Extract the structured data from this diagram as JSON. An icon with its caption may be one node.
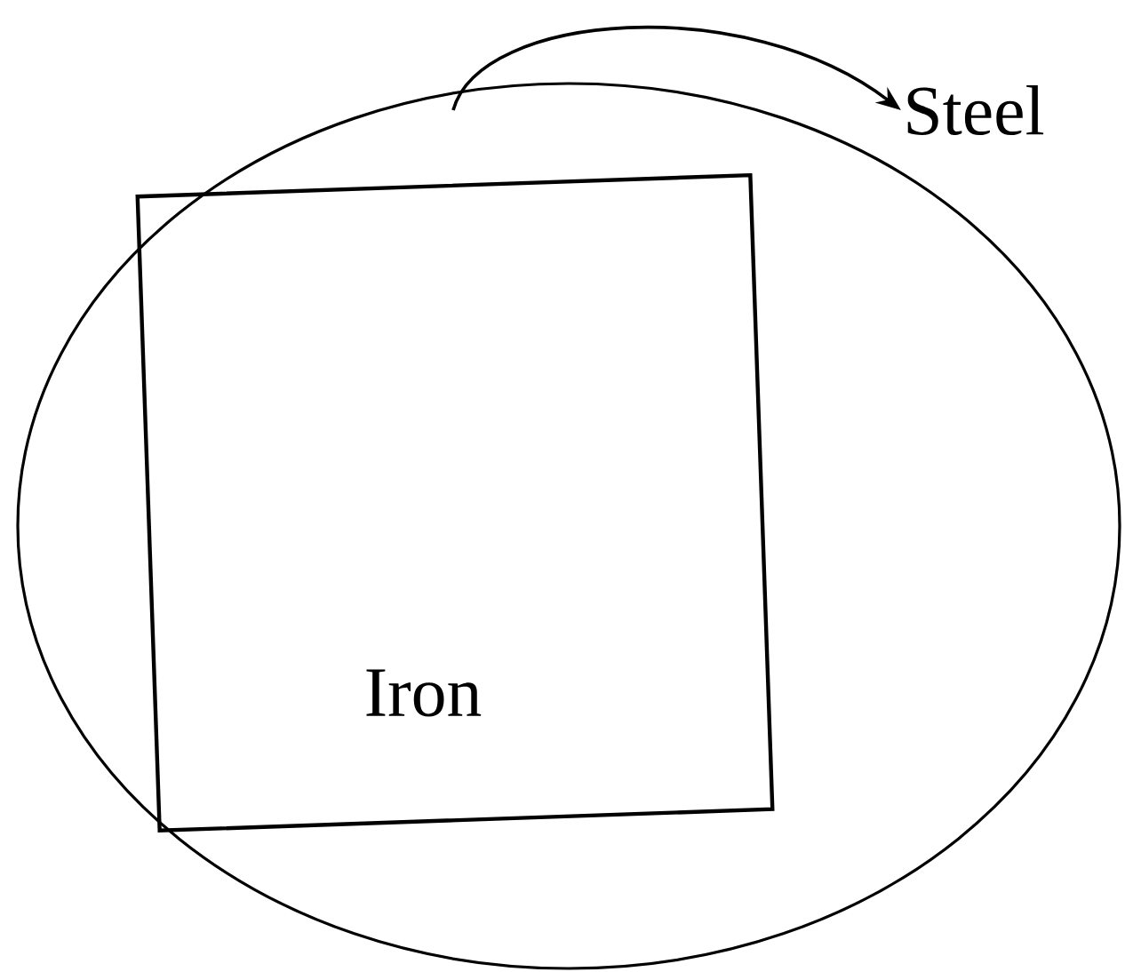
{
  "diagram": {
    "nodes": [
      {
        "text": [],
        "shape": "circle"
      },
      {
        "text": [
          "Iron"
        ],
        "in": 0
      },
      {
        "text": [
          "Steel"
        ]
      }
    ],
    "edges": [
      {
        "from": 0,
        "to": 2,
        "arrow": "to"
      }
    ]
  }
}
